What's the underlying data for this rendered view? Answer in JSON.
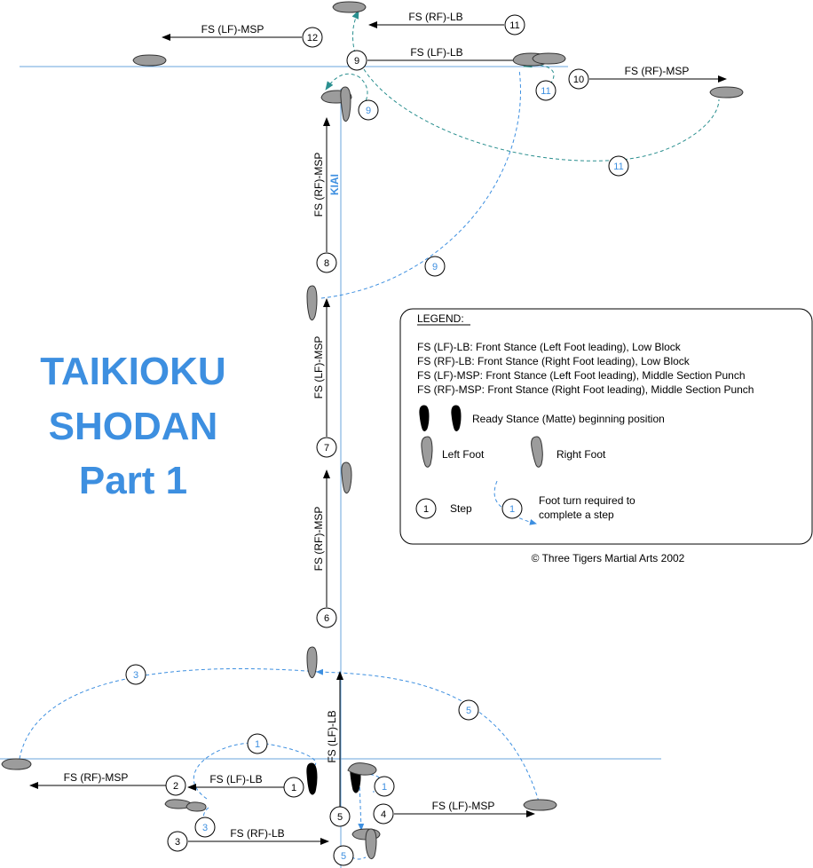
{
  "title": {
    "line1": "TAIKIOKU",
    "line2": "SHODAN",
    "line3": "Part 1"
  },
  "kiai": "KIAI",
  "copyright": "© Three Tigers Martial Arts 2002",
  "legend": {
    "heading": "LEGEND:",
    "lines": [
      "FS (LF)-LB:  Front Stance (Left Foot leading), Low Block",
      "FS (RF)-LB:  Front Stance (Right Foot leading), Low Block",
      "FS (LF)-MSP:  Front Stance (Left Foot leading), Middle Section Punch",
      "FS (RF)-MSP:  Front Stance (Right Foot leading), Middle Section Punch"
    ],
    "ready": "Ready Stance (Matte) beginning position",
    "left_foot": "Left Foot",
    "right_foot": "Right Foot",
    "step": "Step",
    "step_num": "1",
    "turn_num": "1",
    "turn_line1": "Foot turn required to",
    "turn_line2": "complete a step"
  },
  "labels": {
    "s1": "FS (LF)-LB",
    "s2": "FS (RF)-MSP",
    "s3": "FS (RF)-LB",
    "s4": "FS (LF)-MSP",
    "s5": "FS (LF)-LB",
    "s6": "FS (RF)-MSP",
    "s7": "FS (LF)-MSP",
    "s8": "FS (RF)-MSP",
    "s9": "FS (LF)-LB",
    "s10": "FS (RF)-MSP",
    "s11": "FS (RF)-LB",
    "s12": "FS (LF)-MSP"
  },
  "steps": [
    "1",
    "2",
    "3",
    "4",
    "5",
    "6",
    "7",
    "8",
    "9",
    "10",
    "11",
    "12"
  ],
  "turns": [
    "1",
    "1",
    "3",
    "3",
    "5",
    "5",
    "9",
    "9",
    "11",
    "11"
  ]
}
